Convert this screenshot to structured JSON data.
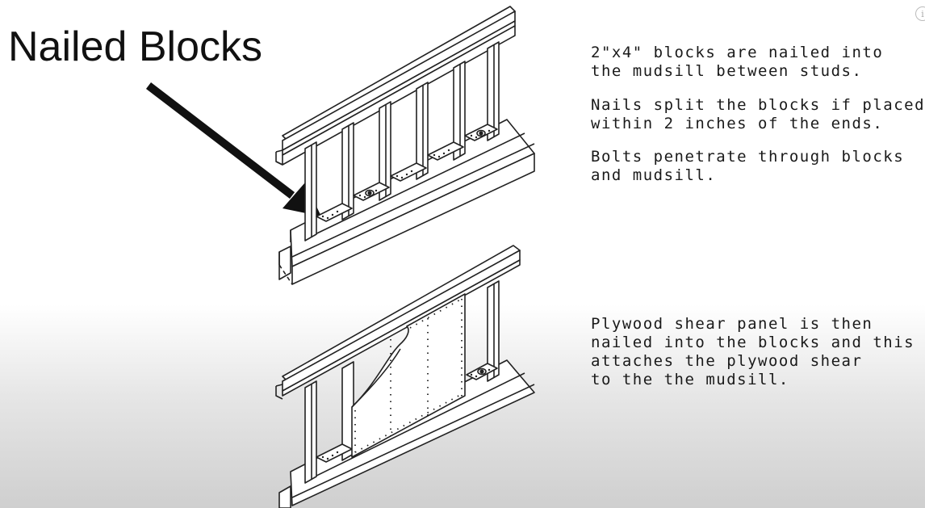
{
  "heading": "Nailed Blocks",
  "info_icon": "info-icon",
  "notes": {
    "blocks": [
      "2\"x4\" blocks are nailed into",
      "the mudsill between studs."
    ],
    "nails": [
      "Nails split the blocks if placed",
      "within 2 inches of the ends."
    ],
    "bolts": [
      "Bolts penetrate through blocks",
      "and mudsill."
    ],
    "plywood": [
      "Plywood shear panel is then",
      "nailed into the blocks and this",
      "attaches the plywood shear",
      "to the the mudsill."
    ]
  }
}
